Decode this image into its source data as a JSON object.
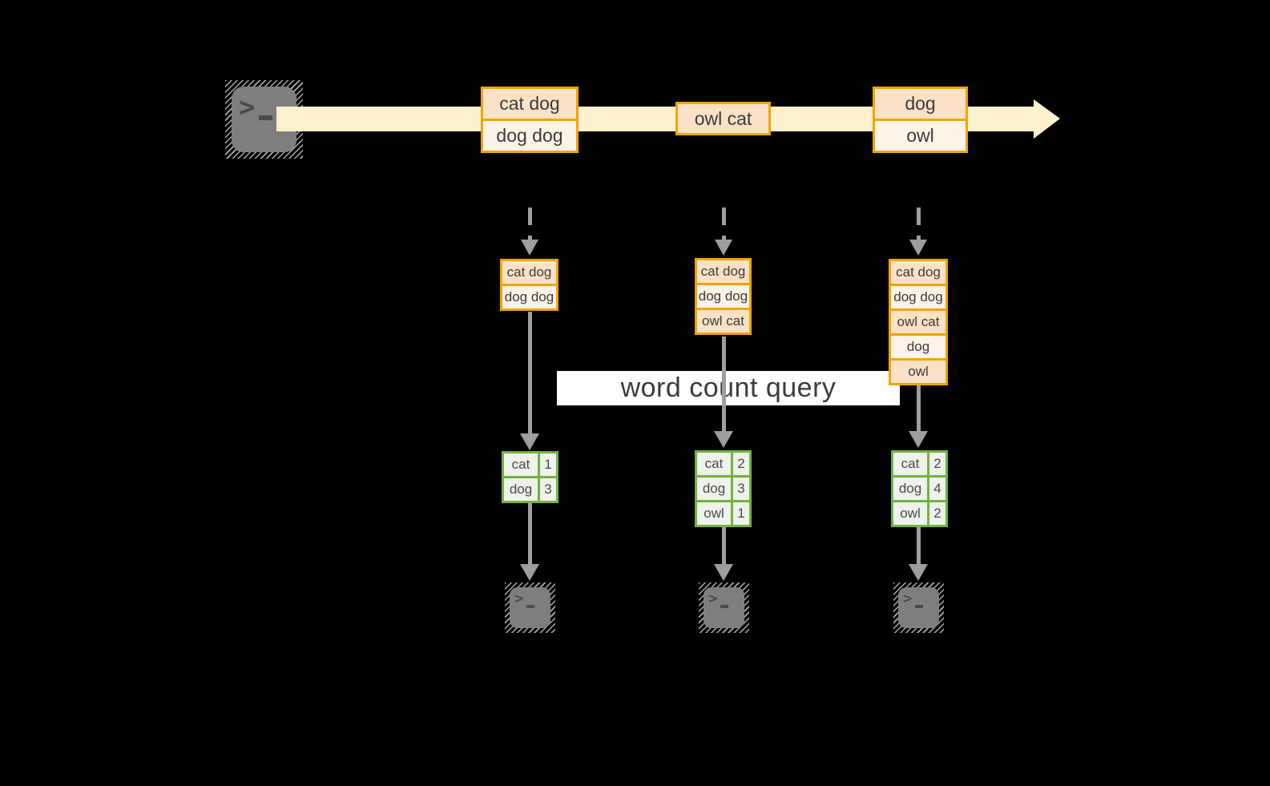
{
  "banner": {
    "label": "word count query"
  },
  "stream": {
    "source_icon": "terminal-icon",
    "messages": [
      {
        "rows": [
          "cat dog",
          "dog dog"
        ]
      },
      {
        "rows": [
          "owl cat"
        ]
      },
      {
        "rows": [
          "dog",
          "owl"
        ]
      }
    ]
  },
  "columns": [
    {
      "buffer_rows": [
        "cat dog",
        "dog dog"
      ],
      "counts": [
        [
          "cat",
          "1"
        ],
        [
          "dog",
          "3"
        ]
      ],
      "sink_icon": "terminal-icon"
    },
    {
      "buffer_rows": [
        "cat dog",
        "dog dog",
        "owl cat"
      ],
      "counts": [
        [
          "cat",
          "2"
        ],
        [
          "dog",
          "3"
        ],
        [
          "owl",
          "1"
        ]
      ],
      "sink_icon": "terminal-icon"
    },
    {
      "buffer_rows": [
        "cat dog",
        "dog dog",
        "owl cat",
        "dog",
        "owl"
      ],
      "counts": [
        [
          "cat",
          "2"
        ],
        [
          "dog",
          "4"
        ],
        [
          "owl",
          "2"
        ]
      ],
      "sink_icon": "terminal-icon"
    }
  ],
  "colors": {
    "background": "#000000",
    "stream_band": "#fdf2cd",
    "box_border": "#f0a500",
    "box_fill_dark": "#fbe2c6",
    "box_fill_light": "#fdf3e7",
    "table_border": "#74b243",
    "table_fill": "#eef2ea",
    "arrow_gray": "#9e9e9e",
    "banner_bg": "#ffffff",
    "text": "#3b3b3b"
  }
}
